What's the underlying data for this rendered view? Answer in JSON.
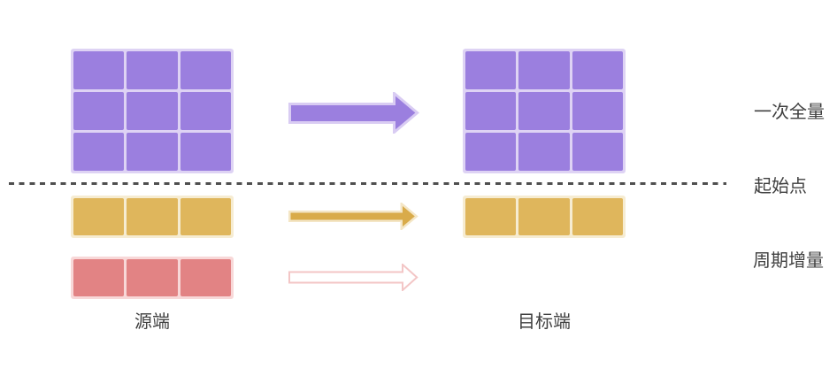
{
  "diagram": {
    "labels": {
      "full_sync": "一次全量",
      "start_point": "起始点",
      "incremental": "周期增量",
      "source": "源端",
      "target": "目标端"
    },
    "source_grid": {
      "rows": 3,
      "cols": 3
    },
    "target_grid": {
      "rows": 3,
      "cols": 3
    },
    "source_incremental_row": {
      "rows": 1,
      "cols": 3
    },
    "target_incremental_row": {
      "rows": 1,
      "cols": 3
    },
    "source_pending_row": {
      "rows": 1,
      "cols": 3
    }
  },
  "colors": {
    "purple-cell": "#9b7fdf",
    "purple-border": "#ded3f4",
    "purple-arrow": "#9b7fdf",
    "purple-arrow-outline": "#d9ccf3",
    "gold-cell": "#dfb65c",
    "gold-border": "#f6ecd2",
    "gold-arrow": "#d9ab4a",
    "gold-arrow-outline": "#f4e6c6",
    "red-cell": "#e28384",
    "red-border": "#f8d8d8",
    "pink-arrow-outline": "#f3c6c6",
    "dash": "#4f4f4f",
    "text": "#404040"
  }
}
